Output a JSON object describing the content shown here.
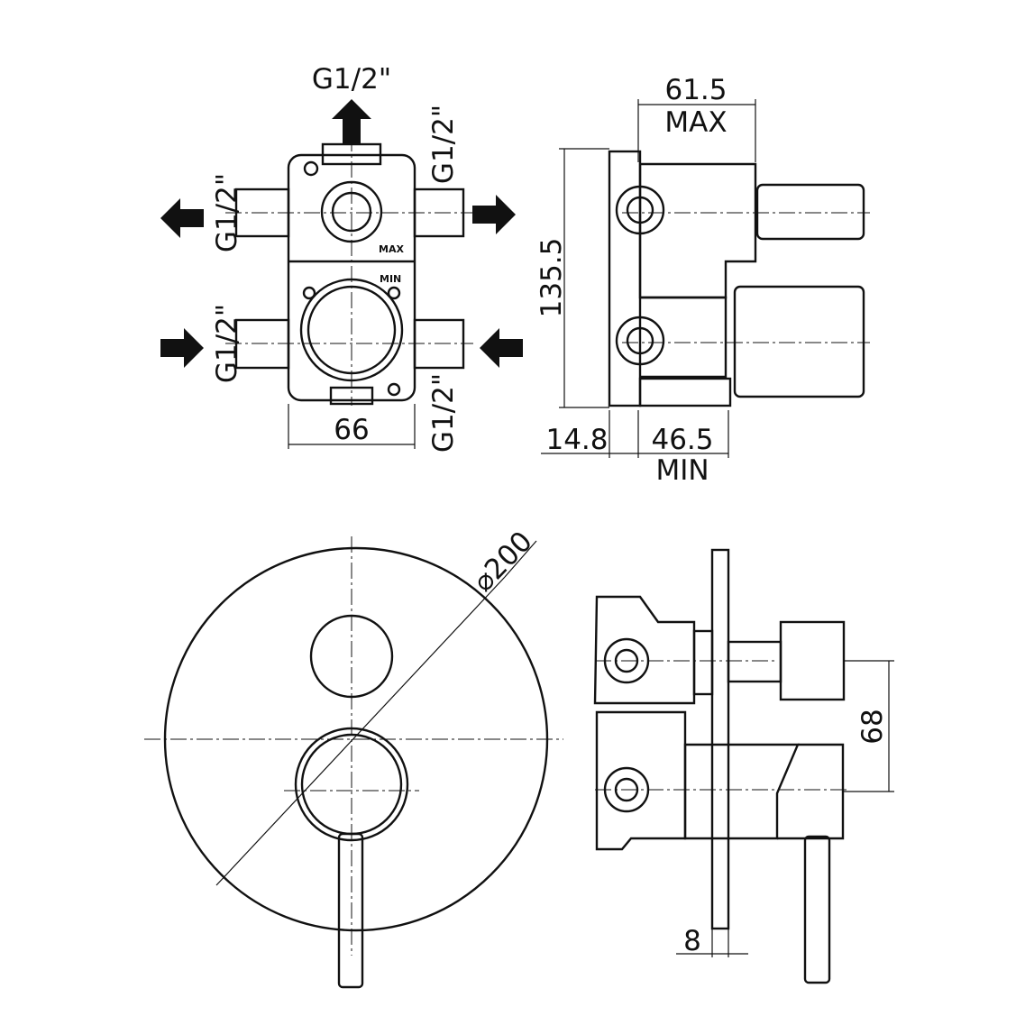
{
  "front_view": {
    "port_top": "G1/2\"",
    "port_left_upper": "G1/2\"",
    "port_right_upper": "G1/2\"",
    "port_left_lower": "G1/2\"",
    "port_right_lower": "G1/2\"",
    "width_dim": "66",
    "max_mark": "MAX",
    "min_mark": "MIN"
  },
  "side_view": {
    "depth_max": "61.5",
    "depth_max_label": "MAX",
    "height_dim": "135.5",
    "flange_dim": "14.8",
    "depth_min": "46.5",
    "depth_min_label": "MIN"
  },
  "plate_view": {
    "diameter": "⌀200"
  },
  "assembled_side": {
    "spacing_dim": "68",
    "plate_thickness": "8"
  }
}
